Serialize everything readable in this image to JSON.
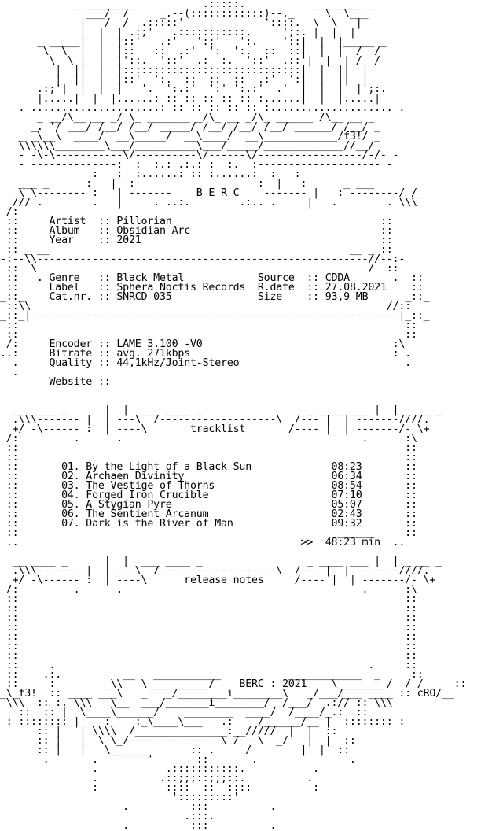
{
  "art": {
    "top": [
      "            _ ______ _           .:::::.           _ ______ _",
      "              ___/  /     _.--(::::::::::::)--._     \\  \\___",
      "             |   /  /  .:::::'             '::::.  \\  \\   |",
      "             |  |  | .:;'   .:::::::::::.     ';:. |  |  |",
      "      _ _____|  |  |::'   .:'   '::'   ':.    '::|  |  |_____ _",
      "       \\  \\  |  |  |::   ::  .:'  ':  ':.  ::  ::|  |  |  /  /",
      "        \\  \\ |  |  |'::.  '::'  .:  :.  '::'  .::'|  |  | /  /",
      "         |  ||  |  |:::::::::::::::::::::::::::::|  |  ||  |",
      "         |  ||  |  |::'  ':.  ::  ::  ::  .:'  ':|  |  ||  |",
      "      .:;'|  |  |  |   '.  ':.:'  ':' ':.:'  .'  |  |  |  |';:.",
      "      |.....|  |  |......: :: :: :: :: :: :......|  |  |.....|",
      "   . .....................: :: :: :: :: :: :.................... .",
      "      _ __/\\__ __ _/ \\_ _______ _/\\_ __ _/\\_ ______ /\\__ __ _",
      "     _.-'/ ___/ /__/ /__/ _____/ /__/ /__/ /__/ ______/ /__/ _",
      "   _ _\\__\\  ____/  __\\_____/  __\\____/  __\\____________/f3!/ _",
      "   \\\\\\\\\\\\________\\___/__________\\___/_____/_____________//__/",
      "   - -\\-\\-----------\\/----------\\/------\\/-----------------/-/- -",
      "   - --------------:  :  :.: .:.: :  :.  :-------------------- -",
      "               :   :  :......: :: :......:  :   :",
      "   ___ _      :   |  :                    :  |   :      _ ___",
      "  _\\_\\-------- :   | -------    B E R C    ------- |   : --------/_/_",
      "  /// .        .   |     . ..:.        .:.. .     |   .        . \\\\\\"
    ],
    "mid_a": [
      " /:                                                          :\\",
      " ::                                                          ::",
      " ::                                                          ::",
      " ::                                                          ::",
      " :: _ __                                                 __ _ ::",
      "-:--\\\\------------------------------------------------------//--:-",
      " ::  \\                                                     /  ::",
      " ::"
    ],
    "mid_b": [
      " ::  ___________________________________________________________  ::",
      " ::/                                                            \\::",
      "_::_|------------------------------------------------------------|_::_",
      " ::                                                              ::",
      " ::                                                              ::",
      " ::                                                              ::",
      " /:                                                              :\\"
    ],
    "mid_c": [
      " ..:                                                             : .",
      "  .                                                              .",
      "  .",
      " ",
      "  __ ____ _      |  |  ___ ____ _                 _ ____ ___ |  | _ __ _",
      "  .\\\\\\------- |  | ---\\  /-------------------\\  /--- |  | -------////.",
      "  +/ -\\------ :  | ----\\                       /---- |  | -------/- \\+",
      " /:         .      .                                       .      :\\",
      " ::                                                               ::"
    ],
    "tracks_pad": [
      " ::                                                               ::"
    ],
    "mid_d": [
      " ::                                                               ::",
      " ..                                                               .."
    ],
    "notes_head": [
      "  __ ____ _      |  |  ___ ____ _                 _ ____ ___ |  | _ __ _",
      "  .\\\\\\------- |  | ---\\  /-------------------\\  /--- |  | -------////.",
      "  +/ -\\------ :  | ----\\                       /---- |  | -------/- \\+",
      " /:         .      .                                       .      :\\",
      " ::                                                               ::",
      " ::                                                               ::",
      " ::                                                               ::",
      " ::                                                               ::",
      " ::                                                               ::",
      " ::                                                               ::",
      " ::     .                                                   .     ::",
      " ::    .:.          __   ___________           ____________  _     ::",
      " ::     :        _\\\\_  \\__________/           \\________/  /_/     ::"
    ],
    "bottom": [
      " \\\\\\  :: :. \\\\\\   \\__  ___/_______i________/  /___/  .:// :: \\\\\\",
      "   ::  :: |  \\____\\______/    ________  ____/  /____/_.:  :: ",
      " : :::::::: |    :    :_\\____\\___   .:    /______/__ |  :::::::: :",
      "      :: |   | \\\\\\\\  /_______________:__/////  |  |  ::",
      "      :: |   |  \\-\\_/---------------\\ /---\\  _/   |  |  ::",
      "      :: |   |   \\______       :: .     /        |  |  ::",
      "       .       .        '       ::       .               .",
      "               .           .:::::::::::.           .",
      "               .          .::;;;::;;;::.          .",
      "               :           ::::  ::  ::::          :",
      "                            ':::::::::'",
      "                    .          :::          .",
      "                              .:::.",
      "                    .          :::          .",
      "                               .:.",
      "                               .:."
    ]
  },
  "header": {
    "group": "B E R C",
    "footer_group": "BERC",
    "footer_year": "2021",
    "ascii_tag_left": "f3!",
    "ascii_tag_right": "cRO"
  },
  "info": {
    "artist_label": "Artist",
    "artist": "Pillorian",
    "album_label": "Album",
    "album": "Obsidian Arc",
    "year_label": "Year",
    "year": "2021",
    "genre_label": "Genre",
    "genre": "Black Metal",
    "label_label": "Label",
    "label": "Sphera Noctis Records",
    "catnr_label": "Cat.nr.",
    "catnr": "SNRCD-035",
    "source_label": "Source",
    "source": "CDDA",
    "rdate_label": "R.date",
    "rdate": "27.08.2021",
    "size_label": "Size",
    "size": "93,9 MB",
    "encoder_label": "Encoder",
    "encoder": "LAME 3.100 -V0",
    "bitrate_label": "Bitrate",
    "bitrate": "avg. 271kbps",
    "quality_label": "Quality",
    "quality": "44,1kHz/Joint-Stereo",
    "website_label": "Website",
    "website": ""
  },
  "tracklist": {
    "title": "tracklist",
    "tracks": [
      {
        "no": "01.",
        "title": "By the Light of a Black Sun",
        "time": "08:23"
      },
      {
        "no": "02.",
        "title": "Archaen Divinity",
        "time": "06:34"
      },
      {
        "no": "03.",
        "title": "The Vestige of Thorns",
        "time": "08:54"
      },
      {
        "no": "04.",
        "title": "Forged Iron Crucible",
        "time": "07:10"
      },
      {
        "no": "05.",
        "title": "A Stygian Pyre",
        "time": "05:07"
      },
      {
        "no": "06.",
        "title": "The Sentient Arcanum",
        "time": "02:43"
      },
      {
        "no": "07.",
        "title": "Dark is the River of Man",
        "time": "09:32"
      }
    ],
    "total_marker": ">>",
    "total": "48:23 min",
    "separator": "______"
  },
  "release_notes": {
    "title": "release notes"
  }
}
